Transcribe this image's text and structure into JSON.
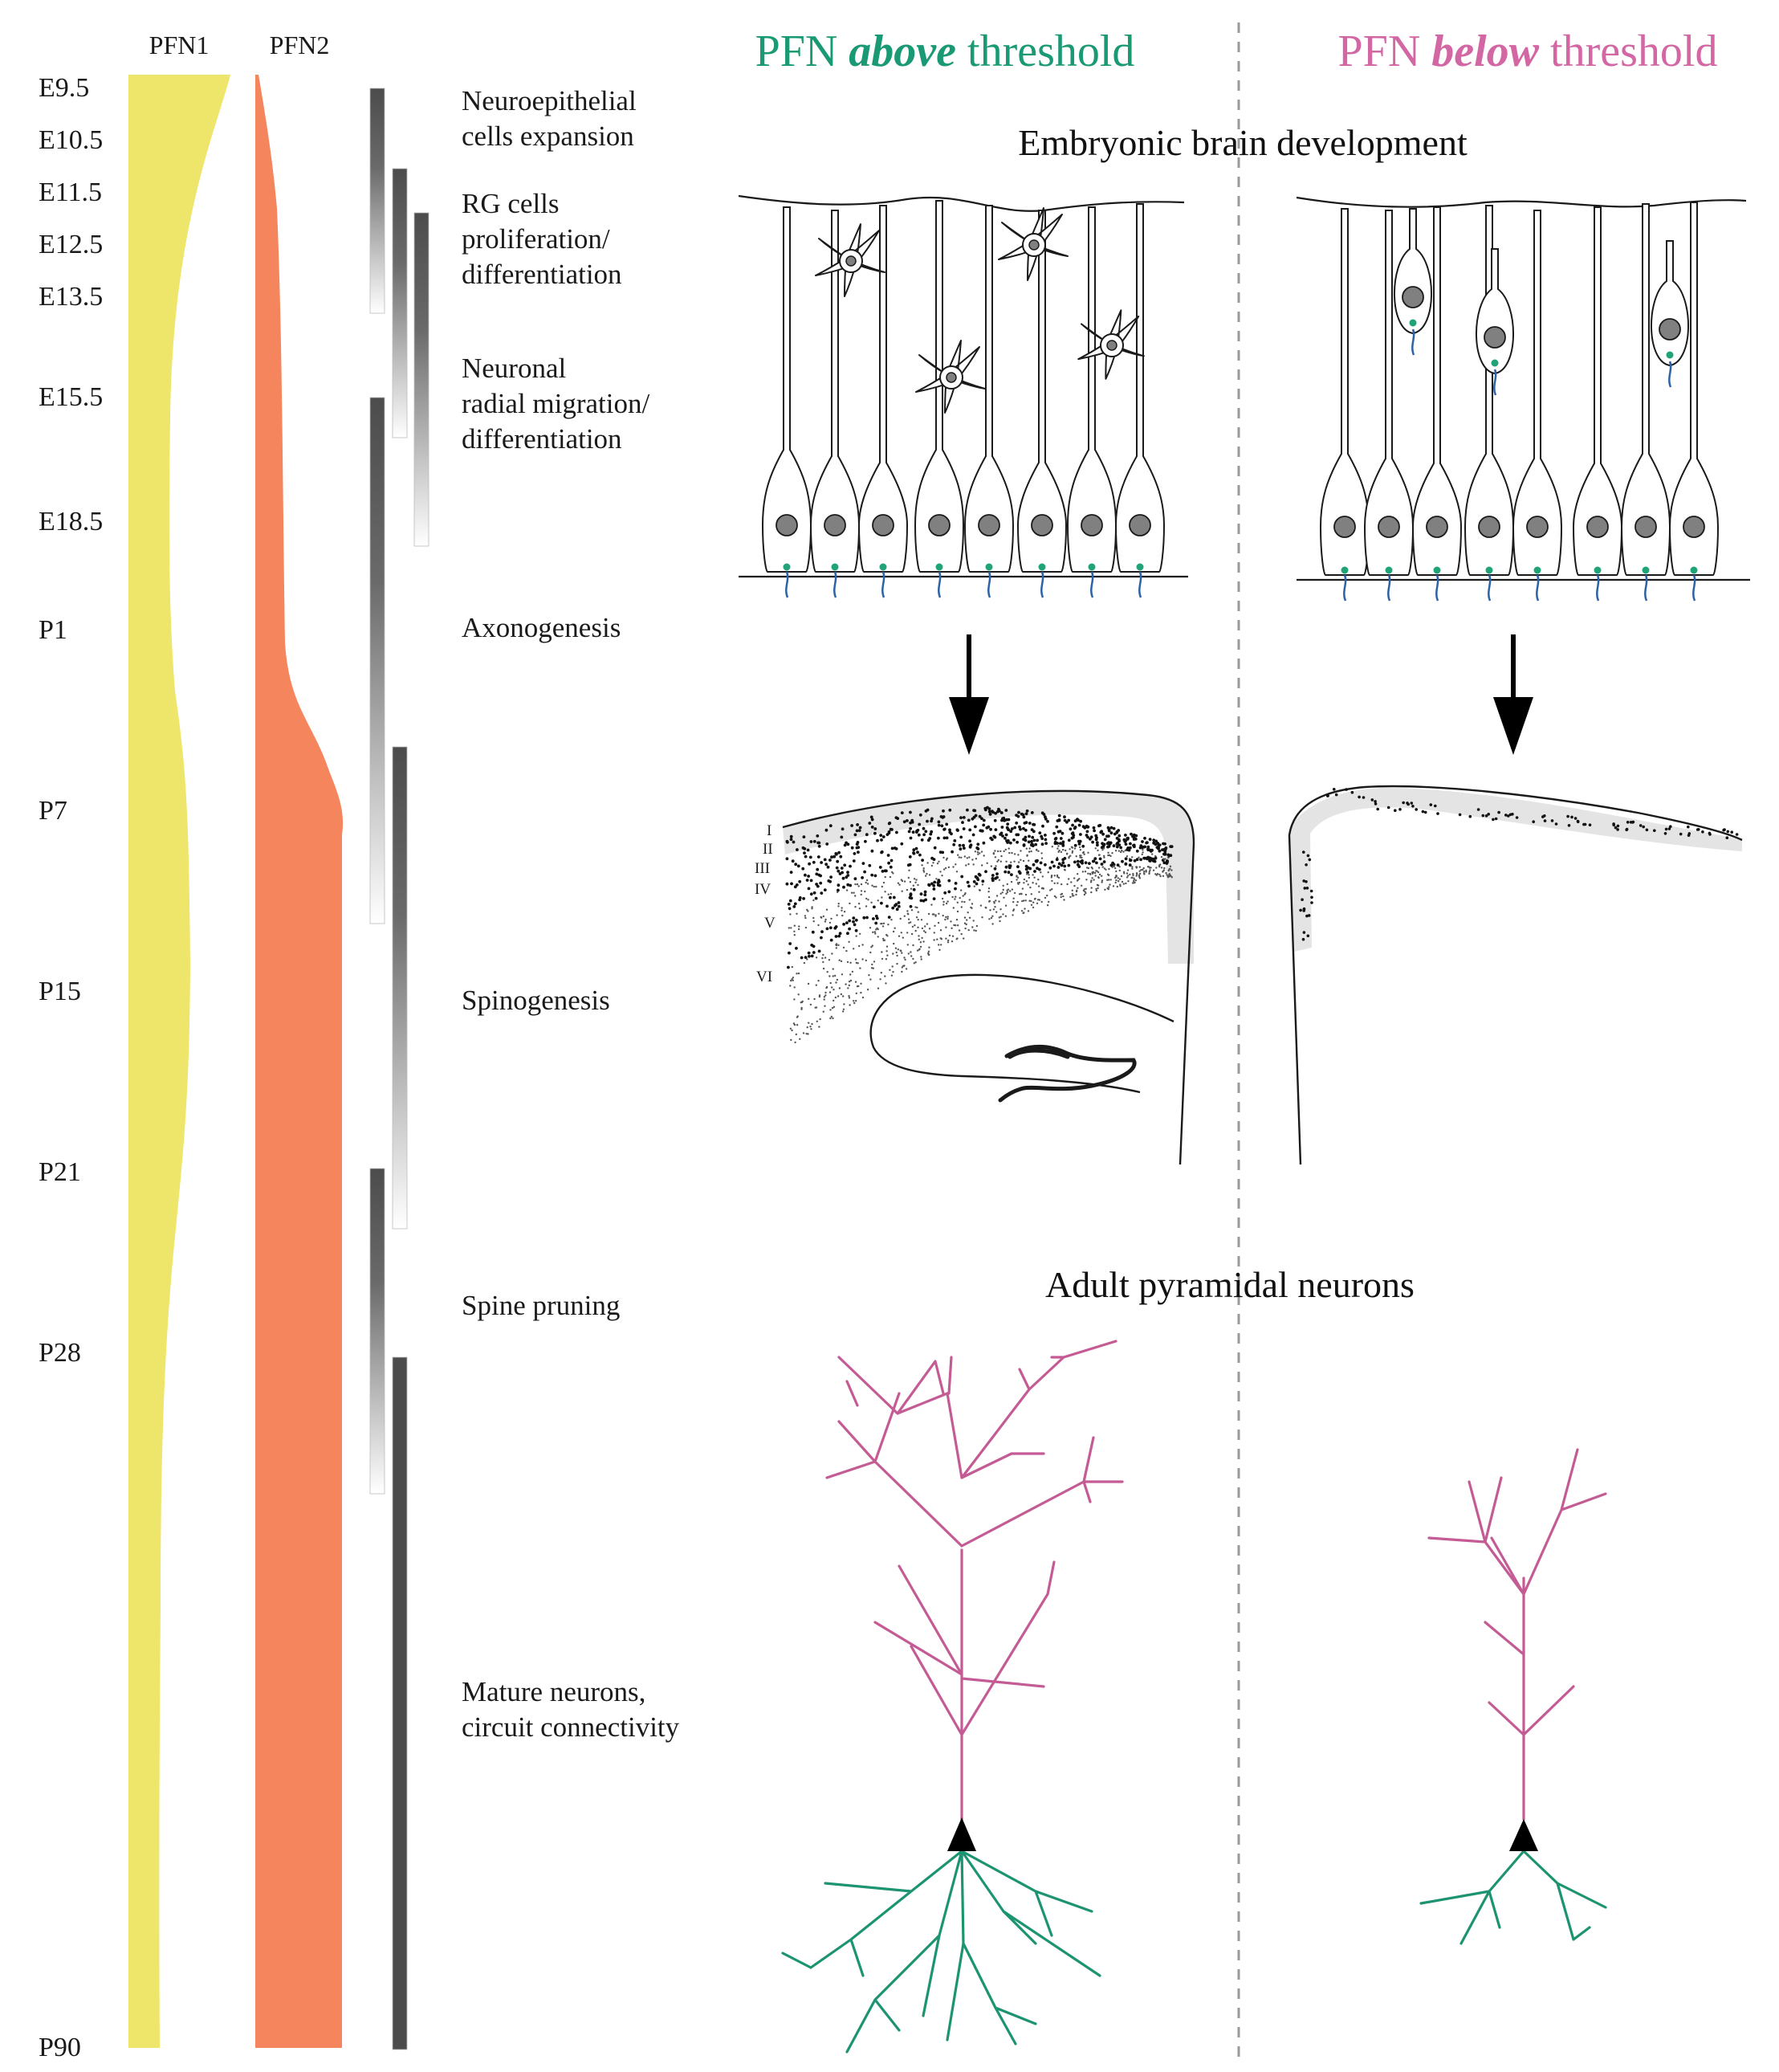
{
  "colors": {
    "pfn1": "#ede66a",
    "pfn2": "#f4855c",
    "above": "#1a9a74",
    "below": "#d267a4",
    "apical": "#c45b94",
    "basal": "#1d9471",
    "nucleus": "#808080",
    "bar": "#4c4c4c",
    "green_dot": "#21a37a",
    "blue_tail": "#2b63a6"
  },
  "columns": {
    "pfn1": "PFN1",
    "pfn2": "PFN2"
  },
  "timepoints": [
    "E9.5",
    "E10.5",
    "E11.5",
    "E12.5",
    "E13.5",
    "E15.5",
    "E18.5",
    "P1",
    "P7",
    "P15",
    "P21",
    "P28",
    "P90"
  ],
  "stages": [
    [
      "Neuroepithelial",
      "cells expansion"
    ],
    [
      "RG cells",
      "proliferation/",
      "differentiation"
    ],
    [
      "Neuronal",
      "radial migration/",
      "differentiation"
    ],
    [
      "Axonogenesis"
    ],
    [
      "Spinogenesis"
    ],
    [
      "Spine pruning"
    ],
    [
      "Mature neurons,",
      "circuit connectivity"
    ]
  ],
  "header": {
    "above": {
      "pre": "PFN ",
      "emph": "above",
      "post": " threshold"
    },
    "below": {
      "pre": "PFN ",
      "emph": "below",
      "post": " threshold"
    }
  },
  "sections": {
    "embryonic": "Embryonic brain development",
    "adult": "Adult pyramidal neurons"
  },
  "cortex_layers": [
    "I",
    "II",
    "III",
    "IV",
    "V",
    "VI"
  ],
  "icons": [
    "down-arrow-icon",
    "radial-glia-cell-icon",
    "astrocyte-icon",
    "pyramidal-neuron-icon",
    "cortex-section-icon"
  ]
}
